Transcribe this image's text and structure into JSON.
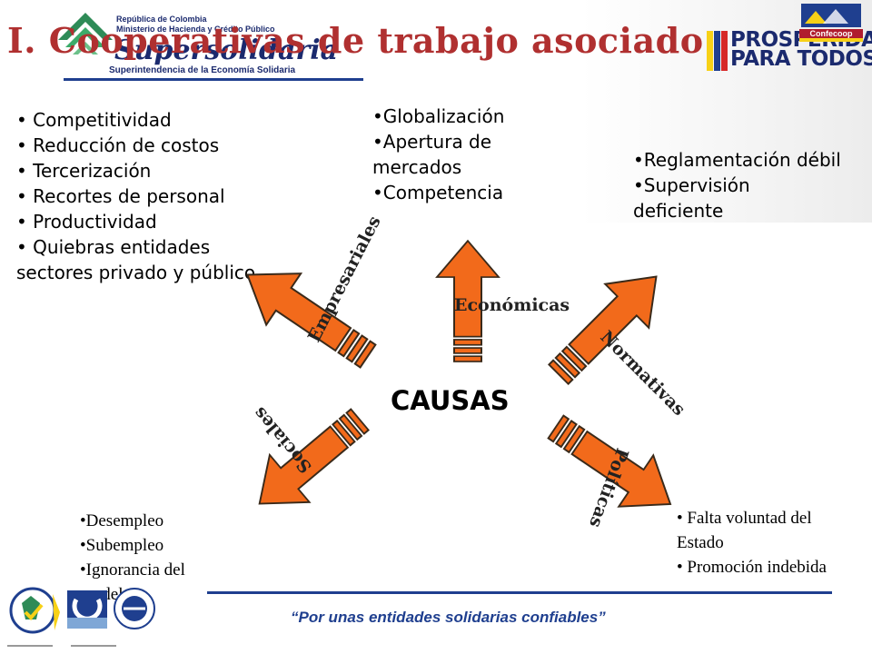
{
  "header": {
    "title": "I. Cooperativas de trabajo asociado",
    "logo_left": {
      "line1": "República de Colombia",
      "line2": "Ministerio de Hacienda y Crédito Público",
      "brand": "Supersolidaria",
      "line3": "Superintendencia de la Economía Solidaria"
    },
    "logo_right": {
      "line1": "PROSPERIDAD",
      "line2": "PARA TODOS",
      "badge": "Confecoop"
    }
  },
  "center": {
    "label": "CAUSAS"
  },
  "arrows": {
    "empresariales": "Empresariales",
    "economicas": "Económicas",
    "normativas": "Normativas",
    "sociales": "Sociales",
    "politicas": "Políticas"
  },
  "lists": {
    "empresariales": [
      "Competitividad",
      "Reducción de costos",
      "Tercerización",
      "Recortes de personal",
      "Productividad",
      "Quiebras entidades sectores privado y público"
    ],
    "economicas": [
      "Globalización",
      "Apertura de mercados",
      "Competencia"
    ],
    "normativas": [
      "Reglamentación débil",
      "Supervisión deficiente"
    ],
    "sociales": [
      "Desempleo",
      "Subempleo",
      "Ignorancia del modelo"
    ],
    "politicas": [
      "Falta voluntad del Estado",
      "Promoción indebida"
    ]
  },
  "footer": {
    "slogan": "“Por unas entidades solidarias confiables”"
  },
  "colors": {
    "arrow_fill": "#f26a1b",
    "arrow_stroke": "#3a2a1a",
    "title": "#b03030",
    "navy": "#1f3f8f"
  },
  "icons": [
    "supersolidaria-logo",
    "prosperidad-logo",
    "confecoop-logo",
    "certification-seals"
  ]
}
